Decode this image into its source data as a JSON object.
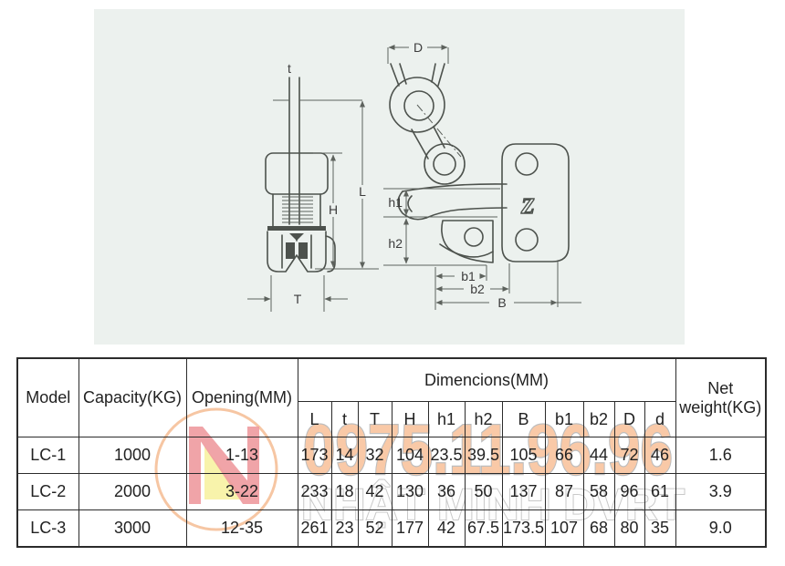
{
  "colors": {
    "panel_bg": "#ecf1ee",
    "line": "#4d524d",
    "dim": "#5d625d",
    "table_border": "#2b2b2b",
    "text": "#222222",
    "wm_phone": "#f9c9a7",
    "wm_phone_stroke": "#bdbdbd",
    "wm_name": "#fdfdfd",
    "wm_name_stroke": "#c9c9c9",
    "logo_circle": "#f6c09a",
    "logo_red": "#ee8f95",
    "logo_yellow": "#f8f2a3"
  },
  "drawing": {
    "labels": {
      "t": "t",
      "L": "L",
      "H": "H",
      "T": "T",
      "D": "D",
      "h1": "h1",
      "h2": "h2",
      "b1": "b1",
      "b2": "b2",
      "B": "B"
    },
    "brand_mark": "Z"
  },
  "table": {
    "headers": {
      "model": "Model",
      "capacity": "Capacity(KG)",
      "opening": "Opening(MM)",
      "dimensions_group": "Dimencions(MM)",
      "net_weight": "Net weight(KG)"
    },
    "dim_columns": [
      "L",
      "t",
      "T",
      "H",
      "h1",
      "h2",
      "B",
      "b1",
      "b2",
      "D",
      "d"
    ],
    "rows": [
      {
        "model": "LC-1",
        "capacity": "1000",
        "opening": "1-13",
        "dims": [
          "173",
          "14",
          "32",
          "104",
          "23.5",
          "39.5",
          "105",
          "66",
          "44",
          "72",
          "46"
        ],
        "net": "1.6"
      },
      {
        "model": "LC-2",
        "capacity": "2000",
        "opening": "3-22",
        "dims": [
          "233",
          "18",
          "42",
          "130",
          "36",
          "50",
          "137",
          "87",
          "58",
          "96",
          "61"
        ],
        "net": "3.9"
      },
      {
        "model": "LC-3",
        "capacity": "3000",
        "opening": "12-35",
        "dims": [
          "261",
          "23",
          "52",
          "177",
          "42",
          "67.5",
          "173.5",
          "107",
          "68",
          "80",
          "35"
        ],
        "net": "9.0"
      }
    ]
  },
  "watermark": {
    "phone": "0975.11.96.96",
    "name": "NHẬT MINH DVRT"
  }
}
